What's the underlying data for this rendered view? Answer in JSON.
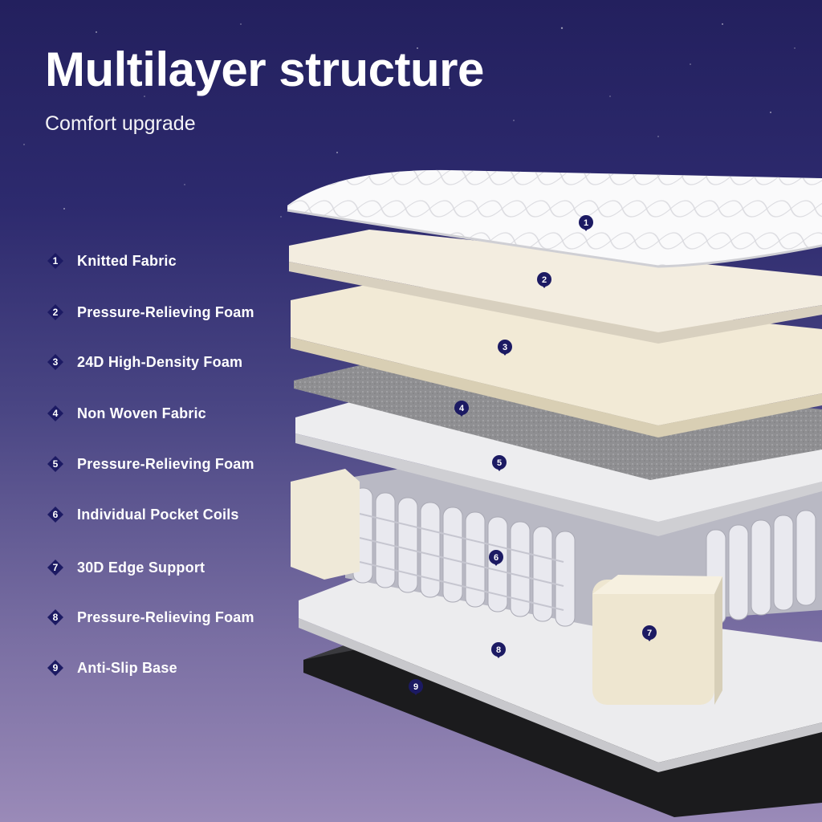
{
  "header": {
    "title": "Multilayer structure",
    "subtitle": "Comfort upgrade"
  },
  "colors": {
    "badge": "#1c1a63",
    "background_top": "#23205e",
    "background_bottom": "#9a8ab8"
  },
  "legend": [
    {
      "number": "1",
      "label": "Knitted Fabric"
    },
    {
      "number": "2",
      "label": "Pressure-Relieving Foam"
    },
    {
      "number": "3",
      "label": "24D High-Density Foam"
    },
    {
      "number": "4",
      "label": "Non Woven Fabric"
    },
    {
      "number": "5",
      "label": "Pressure-Relieving Foam"
    },
    {
      "number": "6",
      "label": "Individual Pocket Coils"
    },
    {
      "number": "7",
      "label": "30D Edge Support"
    },
    {
      "number": "8",
      "label": "Pressure-Relieving Foam"
    },
    {
      "number": "9",
      "label": "Anti-Slip Base"
    }
  ],
  "pins": [
    "1",
    "2",
    "3",
    "4",
    "5",
    "6",
    "7",
    "8",
    "9"
  ]
}
